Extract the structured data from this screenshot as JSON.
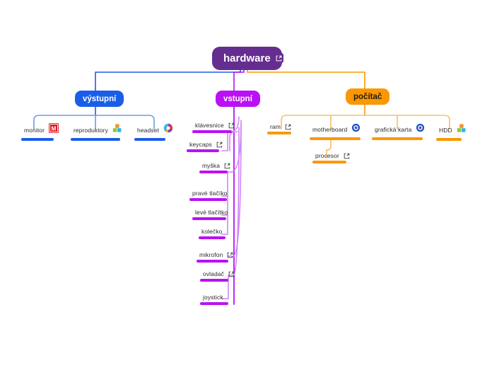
{
  "diagram": {
    "type": "mind-map",
    "title": "hardware",
    "background": "#ffffff"
  },
  "colors": {
    "root": "#662d91",
    "root_text": "#ffffff",
    "blue": "#1a5de8",
    "blue_link": "#6d9ae8",
    "purple": "#bb10f5",
    "purple_link": "#cf86f7",
    "orange": "#fb9700",
    "orange_link": "#fbbd62",
    "leaf_text": "#2b2b2b"
  },
  "root": {
    "label": "hardware",
    "ext_link_label": "open-link"
  },
  "branches": [
    {
      "id": "vystupni",
      "label": "výstupní",
      "color": "#1a5de8",
      "children": [
        {
          "label": "monitor",
          "icon": "m-red-square-icon",
          "ext": false
        },
        {
          "label": "reproduktory",
          "icon": "color-blocks-icon",
          "ext": false
        },
        {
          "label": "headset",
          "icon": "color-swirl-icon",
          "ext": false
        }
      ]
    },
    {
      "id": "vstupni",
      "label": "vstupní",
      "color": "#bb10f5",
      "children": [
        {
          "label": "klávesnice",
          "icon": null,
          "ext": true
        },
        {
          "label": "keycaps",
          "icon": null,
          "ext": true
        },
        {
          "label": "myška",
          "icon": null,
          "ext": true
        },
        {
          "label": "pravé tlačíko",
          "icon": null,
          "ext": false
        },
        {
          "label": "levé tlačítko",
          "icon": null,
          "ext": false
        },
        {
          "label": "kolečko",
          "icon": null,
          "ext": false
        },
        {
          "label": "mikrofon",
          "icon": null,
          "ext": true
        },
        {
          "label": "ovladač",
          "icon": null,
          "ext": true
        },
        {
          "label": "joystick",
          "icon": null,
          "ext": false
        }
      ]
    },
    {
      "id": "pocitac",
      "label": "počítač",
      "color": "#fb9700",
      "children": [
        {
          "label": "ram",
          "icon": null,
          "ext": true
        },
        {
          "label": "motherboard",
          "icon": "blue-target-icon",
          "ext": false
        },
        {
          "label": "procesor",
          "icon": null,
          "ext": true
        },
        {
          "label": "grafická karta",
          "icon": "blue-target-icon",
          "ext": false
        },
        {
          "label": "HDD",
          "icon": "color-blocks-icon",
          "ext": false
        }
      ]
    }
  ]
}
